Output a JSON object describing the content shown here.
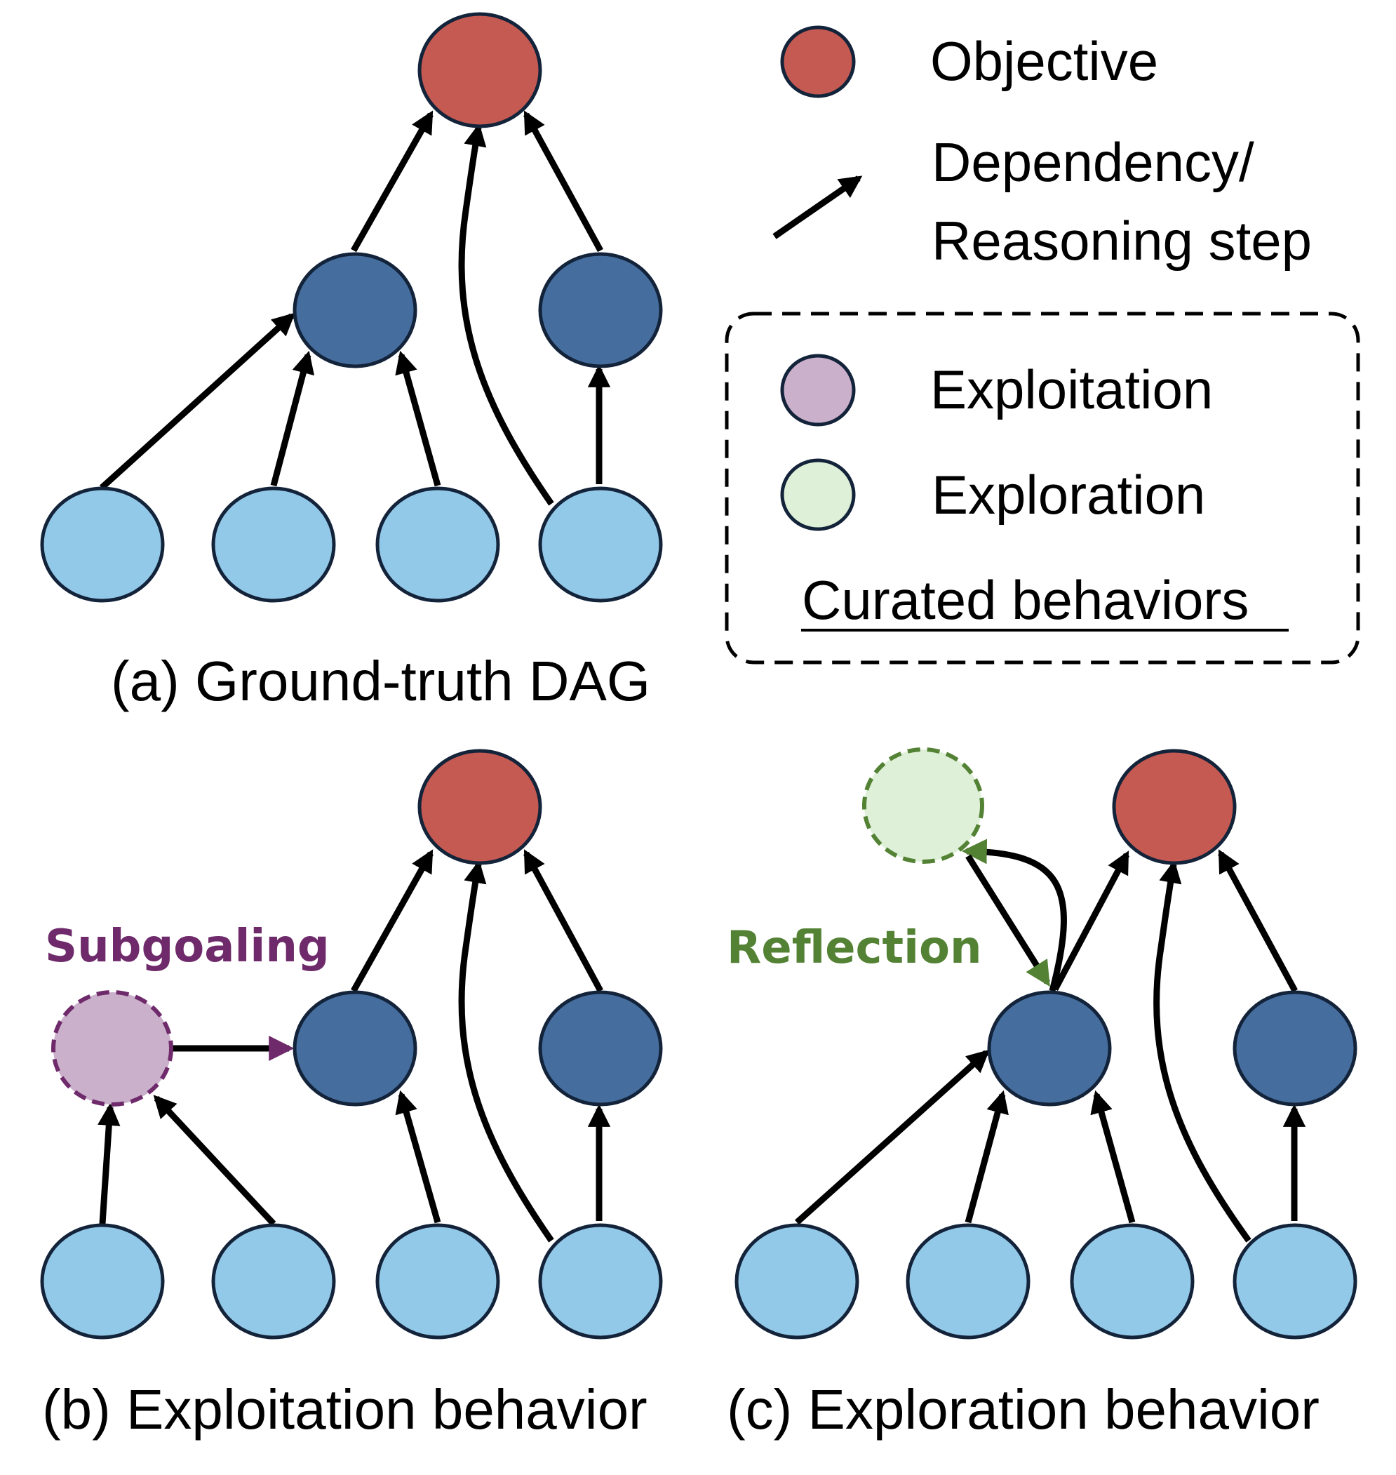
{
  "legend": {
    "objective": "Objective",
    "dependency_line1": "Dependency/",
    "dependency_line2": "Reasoning step",
    "exploitation": "Exploitation",
    "exploration": "Exploration",
    "curated": "Curated behaviors"
  },
  "captions": {
    "a": "(a) Ground-truth DAG",
    "b": "(b) Exploitation behavior",
    "c": "(c) Exploration behavior"
  },
  "behaviors": {
    "subgoaling": "Subgoaling",
    "reflection": "Reflection"
  },
  "colors": {
    "objective": "#c45a52",
    "intermediate": "#456e9f",
    "leaf": "#93c9e8",
    "exploitation": "#cbb0cb",
    "exploration": "#dff0d8",
    "subgoaling_text": "#6e2a6a",
    "reflection_text": "#548235",
    "node_outline": "#13233a"
  }
}
